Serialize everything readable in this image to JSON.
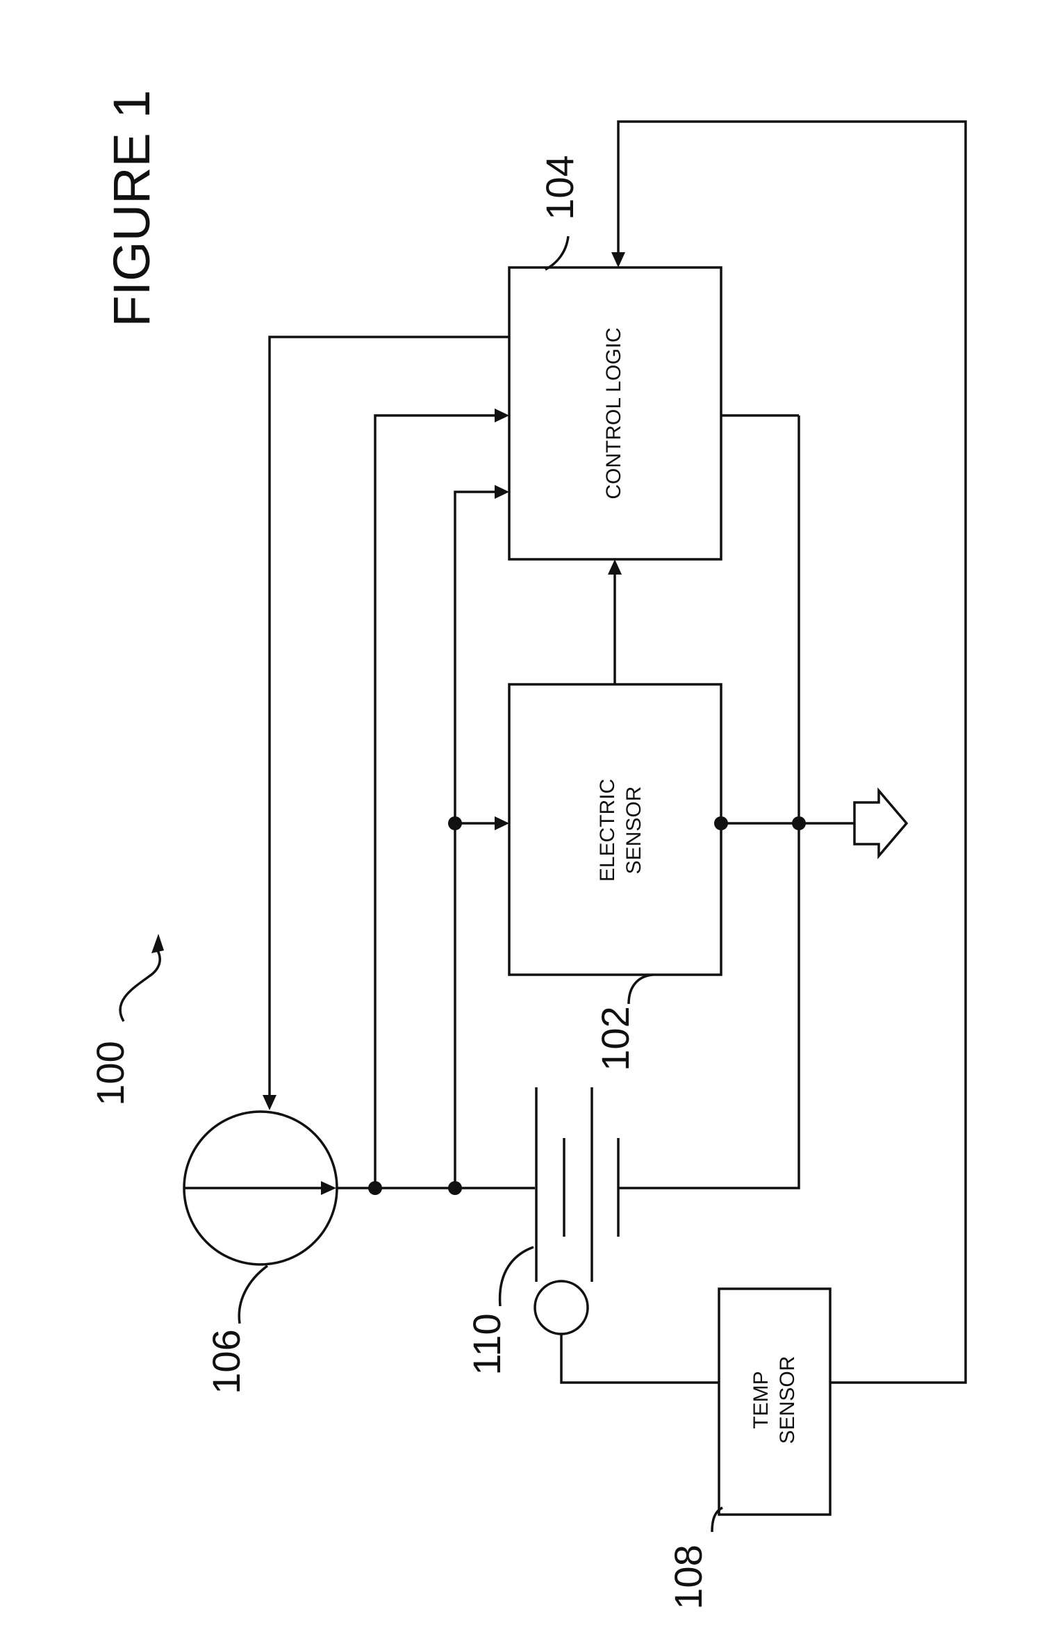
{
  "figure": {
    "title": "FIGURE 1",
    "system_ref": "100"
  },
  "blocks": {
    "electric_sensor": {
      "ref": "102",
      "line1": "ELECTRIC",
      "line2": "SENSOR"
    },
    "control_logic": {
      "ref": "104",
      "label": "CONTROL LOGIC"
    },
    "temp_sensor": {
      "ref": "108",
      "line1": "TEMP",
      "line2": "SENSOR"
    }
  },
  "components": {
    "current_source": {
      "ref": "106"
    },
    "battery": {
      "ref": "110"
    }
  }
}
